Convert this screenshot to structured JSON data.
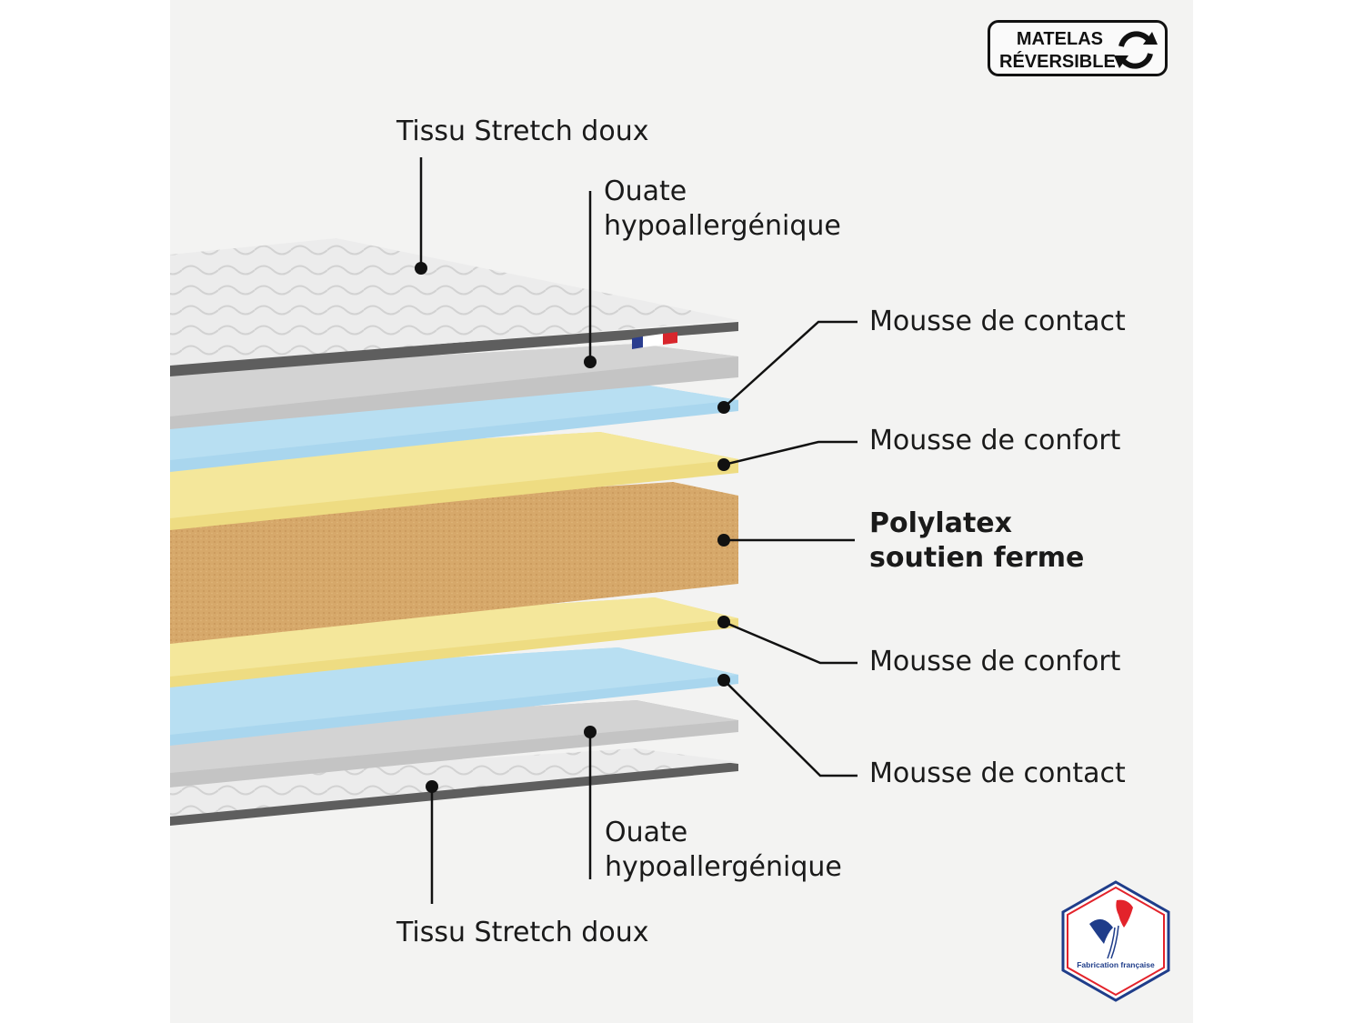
{
  "badge": {
    "line1": "MATELAS",
    "line2": "RÉVERSIBLE",
    "icon": "reverse-arrows-icon"
  },
  "logo": {
    "caption": "Fabrication française",
    "icon": "rooster-icon",
    "colors": [
      "#1f3d8a",
      "#e3232b"
    ]
  },
  "labels": {
    "top_fabric": "Tissu Stretch doux",
    "top_wadding_1": "Ouate",
    "top_wadding_2": "hypoallergénique",
    "top_contact": "Mousse de contact",
    "top_comfort": "Mousse de confort",
    "core_1": "Polylatex",
    "core_2": "soutien ferme",
    "bottom_comfort": "Mousse de confort",
    "bottom_contact": "Mousse de contact",
    "bottom_wadding_1": "Ouate",
    "bottom_wadding_2": "hypoallergénique",
    "bottom_fabric": "Tissu Stretch doux"
  },
  "layer_colors": {
    "fabric": "#e9e9e9",
    "wadding": "#c9c9c9",
    "contact_foam": "#b8dff2",
    "comfort_foam": "#f4e79b",
    "polylatex": "#d6a86a"
  }
}
